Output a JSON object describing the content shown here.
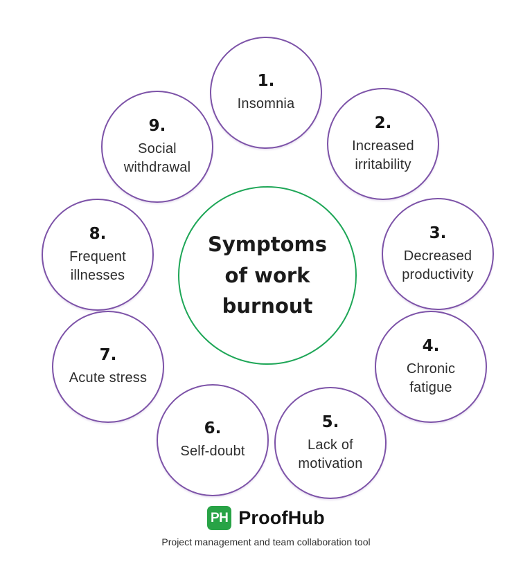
{
  "title": {
    "text": "Symptoms\nof work\nburnout"
  },
  "circles": [
    {
      "number": "1.",
      "label": "Insomnia"
    },
    {
      "number": "2.",
      "label": "Increased\nirritability"
    },
    {
      "number": "3.",
      "label": "Decreased\nproductivity"
    },
    {
      "number": "4.",
      "label": "Chronic\nfatigue"
    },
    {
      "number": "5.",
      "label": "Lack of\nmotivation"
    },
    {
      "number": "6.",
      "label": "Self-doubt"
    },
    {
      "number": "7.",
      "label": "Acute stress"
    },
    {
      "number": "8.",
      "label": "Frequent\nillnesses"
    },
    {
      "number": "9.",
      "label": "Social\nwithdrawal"
    }
  ],
  "footer": {
    "logo_monogram": "PH",
    "brand_name": "ProofHub",
    "tagline": "Project management and team collaboration tool"
  },
  "colors": {
    "circle_border_purple": "#7d53a8",
    "center_border_green": "#1ea657",
    "logo_green": "#28a346"
  }
}
